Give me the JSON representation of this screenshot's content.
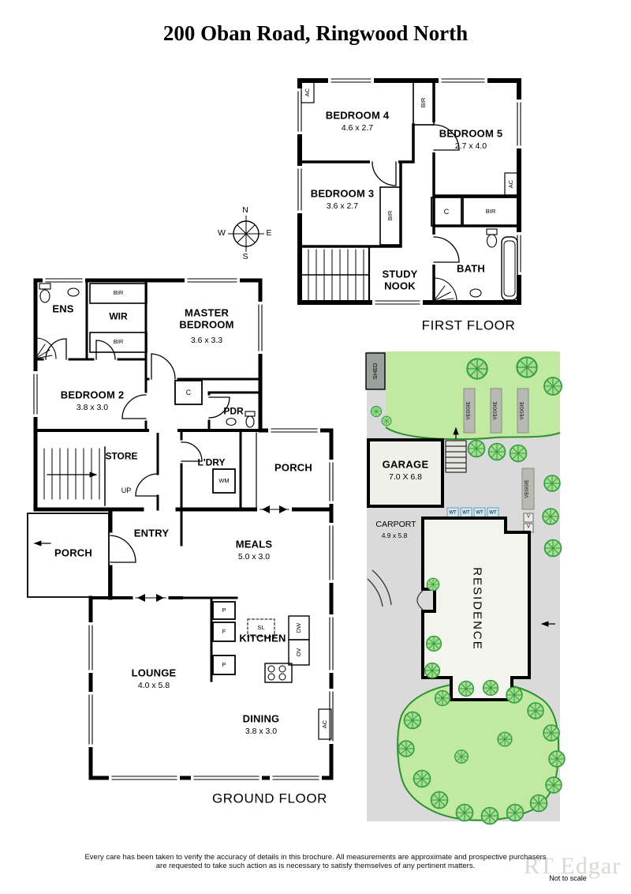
{
  "title": "200 Oban Road, Ringwood North",
  "compass": {
    "n": "N",
    "e": "E",
    "s": "S",
    "w": "W"
  },
  "first_floor": {
    "caption": "FIRST FLOOR",
    "bedroom4": {
      "name": "BEDROOM 4",
      "dims": "4.6 x 2.7"
    },
    "bedroom5": {
      "name": "BEDROOM 5",
      "dims": "2.7 x 4.0"
    },
    "bedroom3": {
      "name": "BEDROOM 3",
      "dims": "3.6 x 2.7"
    },
    "study_nook": "STUDY NOOK",
    "bath": "BATH",
    "ac": "AC",
    "bir": "BIR",
    "c": "C"
  },
  "ground_floor": {
    "caption": "GROUND FLOOR",
    "ens": "ENS",
    "wir": "WIR",
    "master_bedroom": {
      "name": "MASTER BEDROOM",
      "dims": "3.6 x 3.3"
    },
    "bedroom2": {
      "name": "BEDROOM 2",
      "dims": "3.8 x 3.0"
    },
    "pdr": "PDR",
    "c": "C",
    "store": "STORE",
    "up": "UP",
    "ldry": "L'DRY",
    "wm": "WM",
    "porch_right": "PORCH",
    "porch_left": "PORCH",
    "entry": "ENTRY",
    "meals": {
      "name": "MEALS",
      "dims": "5.0 x 3.0"
    },
    "kitchen": "KITCHEN",
    "lounge": {
      "name": "LOUNGE",
      "dims": "4.0 x 5.8"
    },
    "dining": {
      "name": "DINING",
      "dims": "3.8 x 3.0"
    },
    "bir": "BIR",
    "ac": "AC",
    "p": "P",
    "f": "F",
    "sl": "SL",
    "dw": "DW",
    "ov": "OV"
  },
  "site_plan": {
    "shed": "SHED",
    "veggie": "VEGGIE",
    "garage": {
      "name": "GARAGE",
      "dims": "7.0 X 6.8"
    },
    "carport": {
      "name": "CARPORT",
      "dims": "4.9 x 5.8"
    },
    "wt": "WT",
    "v": "V",
    "residence": "RESIDENCE"
  },
  "footer": {
    "disclaimer_line1": "Every care has been taken to verify the accuracy of details in this brochure.  All measurements are approximate and prospective purchasers",
    "disclaimer_line2": "are requested to take such action as is necessary to satisfy themselves of any pertinent matters.",
    "watermark": "RT Edgar",
    "scale_note": "Not to scale"
  },
  "colors": {
    "wall": "#000000",
    "lawn": "#c1e9a1",
    "garden_edge": "#2f8f2f",
    "tree": "#2f9e44",
    "paving": "#dadada",
    "shed": "#9aa09b",
    "veggie_bed": "#b7bab2",
    "water_tank": "#cfe9f6",
    "residence_fill": "#f4f4ee"
  }
}
